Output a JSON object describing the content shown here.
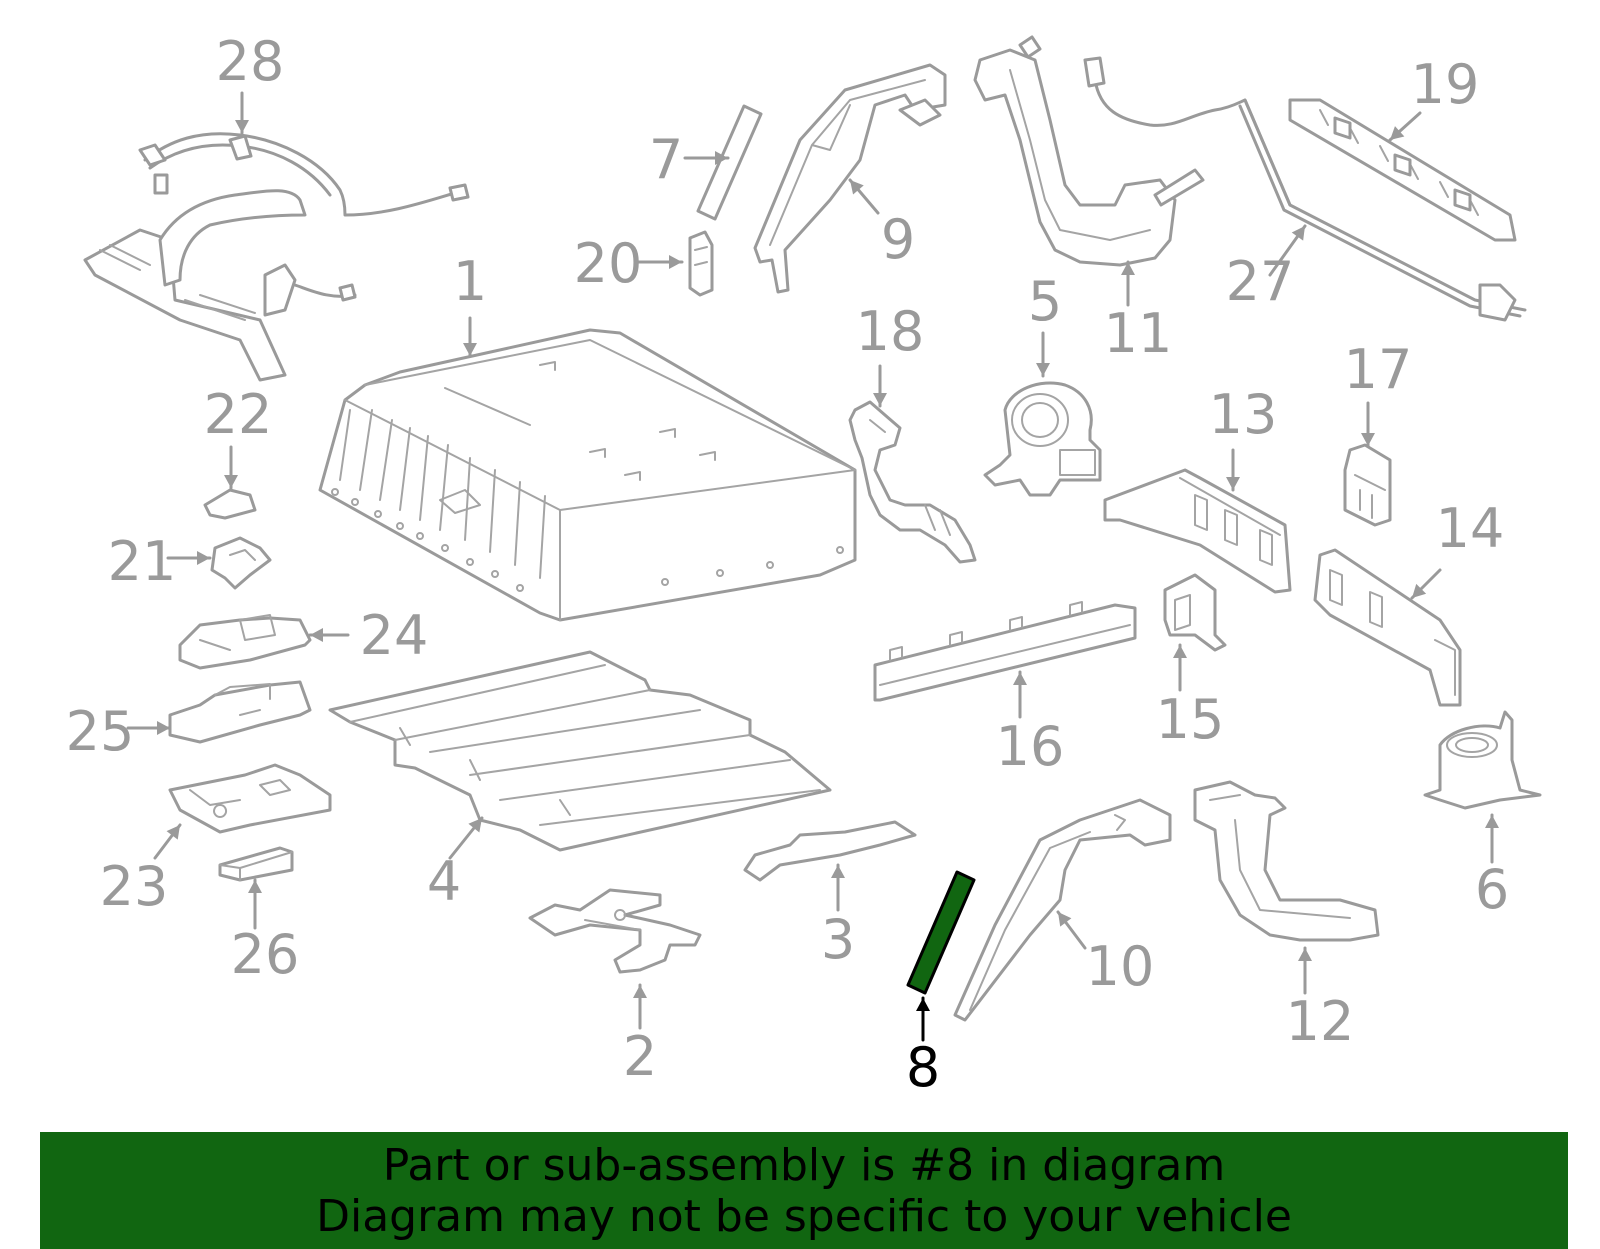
{
  "diagram": {
    "colors": {
      "part_outline": "#9a9a9a",
      "label": "#9a9a9a",
      "highlight_fill": "#116611",
      "highlight_label": "#000000",
      "banner_background": "#116611",
      "banner_text": "#000000"
    },
    "highlighted_part": "8",
    "callouts": [
      "1",
      "2",
      "3",
      "4",
      "5",
      "6",
      "7",
      "8",
      "9",
      "10",
      "11",
      "12",
      "13",
      "14",
      "15",
      "16",
      "17",
      "18",
      "19",
      "20",
      "21",
      "22",
      "23",
      "24",
      "25",
      "26",
      "27",
      "28"
    ]
  },
  "banner": {
    "line1": "Part or sub-assembly is #8 in diagram",
    "line2": "Diagram may not be specific to your vehicle"
  }
}
